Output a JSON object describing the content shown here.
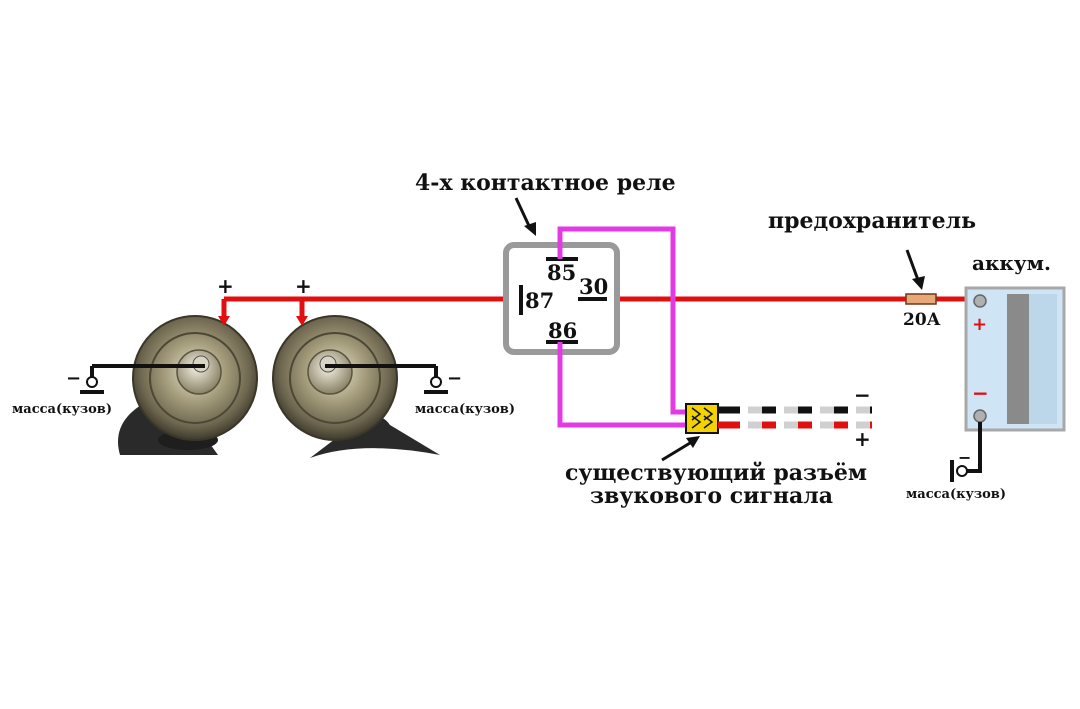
{
  "labels": {
    "relay": "4-х контактное реле",
    "fuse": "предохранитель",
    "fuse_rating": "20А",
    "battery": "аккум.",
    "ground": "масса(кузов)",
    "connector_line1": "существующий разъём",
    "connector_line2": "звукового сигнала",
    "plus": "+",
    "minus": "−"
  },
  "relay_pins": {
    "p85": "85",
    "p86": "86",
    "p87": "87",
    "p30": "30"
  },
  "colors": {
    "power_wire": "#e01010",
    "control_wire": "#e23be6",
    "relay_body": "#9a9a9a",
    "battery_fill": "#cfe4f5",
    "connector": "#f2d200",
    "ground_wire": "#111111"
  }
}
